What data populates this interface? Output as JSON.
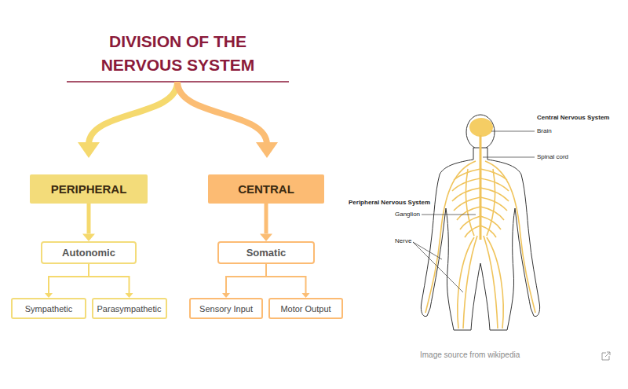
{
  "diagram": {
    "title": "DIVISION OF THE NERVOUS SYSTEM",
    "caption": "Image source from wikipedia",
    "nodes": [
      {
        "text": [
          "PERIPHERAL"
        ]
      },
      {
        "text": [
          "CENTRAL"
        ]
      },
      {
        "text": [
          "Autonomic"
        ]
      },
      {
        "text": [
          "Somatic"
        ]
      },
      {
        "text": [
          "Sympathetic"
        ]
      },
      {
        "text": [
          "Parasympathetic"
        ]
      },
      {
        "text": [
          "Sensory Input"
        ]
      },
      {
        "text": [
          "Motor Output"
        ]
      }
    ],
    "edges": [
      {
        "from": 0,
        "to": 2,
        "arrow": "to"
      },
      {
        "from": 1,
        "to": 3,
        "arrow": "to"
      },
      {
        "from": 2,
        "to": 4,
        "arrow": "to"
      },
      {
        "from": 2,
        "to": 5,
        "arrow": "to"
      },
      {
        "from": 3,
        "to": 6,
        "arrow": "to"
      },
      {
        "from": 3,
        "to": 7,
        "arrow": "to"
      }
    ],
    "labels": [
      "Central Nervous System",
      "Brain",
      "Spinal cord",
      "Peripheral Nervous System",
      "Ganglion",
      "Nerve"
    ]
  }
}
